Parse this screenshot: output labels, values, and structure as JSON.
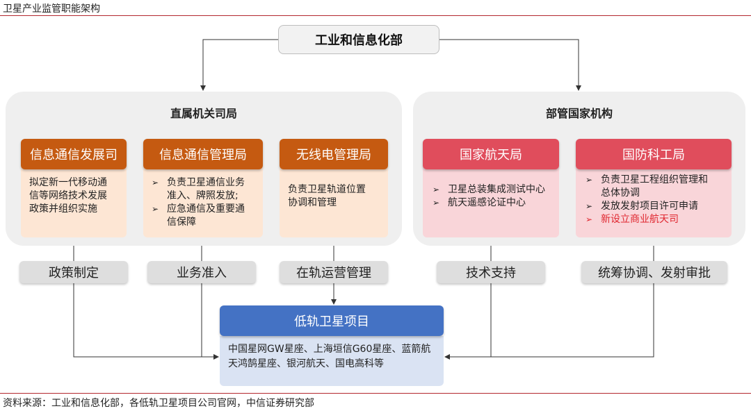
{
  "page_title": "卫星产业监管职能架构",
  "top_node": "工业和信息化部",
  "left_group": {
    "title": "直属机关司局",
    "units": [
      {
        "header": "信息通信发展司",
        "lines": [
          "拟定新一代移动通",
          "信等网络技术发展",
          "政策并组织实施"
        ]
      },
      {
        "header": "信息通信管理局",
        "bullets": [
          [
            "负责卫星通信业务",
            "准入、牌照发放;"
          ],
          [
            "应急通信及重要通",
            "信保障"
          ]
        ]
      },
      {
        "header": "无线电管理局",
        "lines": [
          "负责卫星轨道位置",
          "协调和管理"
        ]
      }
    ]
  },
  "right_group": {
    "title": "部管国家机构",
    "units": [
      {
        "header": "国家航天局",
        "bullets": [
          [
            "卫星总装集成测试中心"
          ],
          [
            "航天遥感论证中心"
          ]
        ]
      },
      {
        "header": "国防科工局",
        "bullets": [
          [
            "负责卫星工程组织管理和",
            "总体协调"
          ],
          [
            "发放发射项目许可申请"
          ],
          [
            "新设立商业航天司"
          ]
        ]
      }
    ]
  },
  "tags": [
    "政策制定",
    "业务准入",
    "在轨运营管理",
    "技术支持",
    "统筹协调、发射审批"
  ],
  "project": {
    "header": "低轨卫星项目",
    "lines": [
      "中国星网GW星座、上海垣信G60星座、蓝箭航",
      "天鸿鹄星座、银河航天、国电高科等"
    ]
  },
  "bullet_marker": "➢",
  "source": "资料来源：工业和信息化部，各低轨卫星项目公司官网，中信证券研究部",
  "colors": {
    "orange": "#c55a11",
    "red": "#e04d5c",
    "blue": "#4472c4",
    "rule": "#b3262d",
    "highlight": "#e0262f"
  }
}
